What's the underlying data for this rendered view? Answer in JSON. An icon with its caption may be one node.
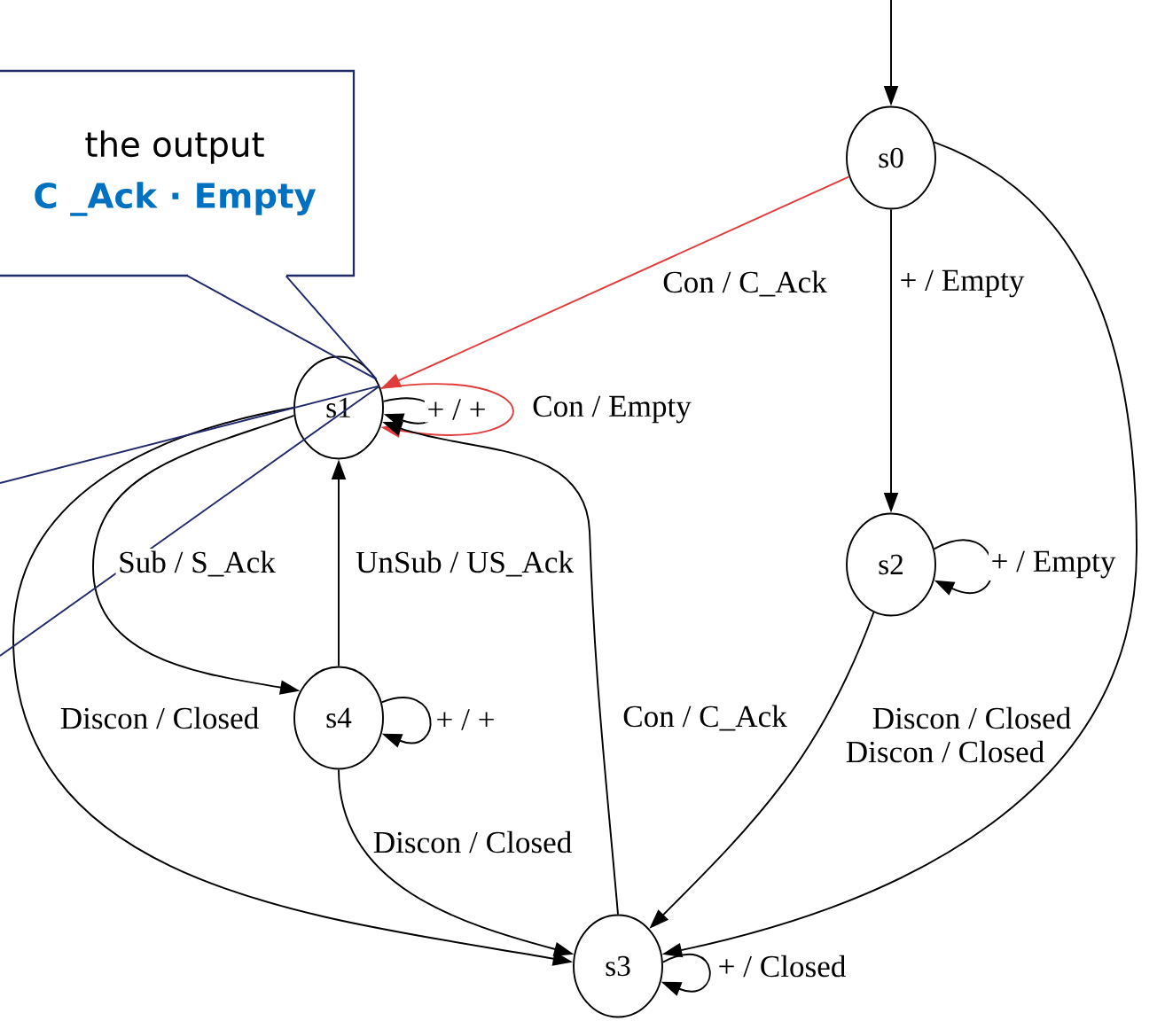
{
  "diagram": {
    "nodes": [
      {
        "text": [
          "the output",
          "C _Ack · Empty"
        ]
      },
      {
        "text": [
          "s0"
        ]
      },
      {
        "text": [
          "s1"
        ]
      },
      {
        "text": [
          "s2"
        ]
      },
      {
        "text": [
          "s3"
        ]
      },
      {
        "text": [
          "s4"
        ]
      }
    ],
    "edges": [
      {
        "from": null,
        "to": 1,
        "arrow": "to"
      },
      {
        "from": 1,
        "to": 2,
        "arrow": "to",
        "label": "Con / C_Ack",
        "color": "#e03c3c"
      },
      {
        "from": 1,
        "to": 3,
        "arrow": "to",
        "label": "+ / Empty"
      },
      {
        "from": 1,
        "to": 4,
        "arrow": "to",
        "label": "Discon / Closed"
      },
      {
        "from": 2,
        "to": 2,
        "arrow": "to",
        "label": "+ / +"
      },
      {
        "from": 2,
        "to": 2,
        "arrow": "to",
        "label": "Con / Empty",
        "color": "#e03c3c"
      },
      {
        "from": 2,
        "to": 5,
        "arrow": "to",
        "label": "Sub / S_Ack"
      },
      {
        "from": 5,
        "to": 2,
        "arrow": "to",
        "label": "UnSub / US_Ack"
      },
      {
        "from": 2,
        "to": 4,
        "arrow": "to",
        "label": "Discon / Closed"
      },
      {
        "from": 4,
        "to": 2,
        "arrow": "to",
        "label": "Con / C_Ack"
      },
      {
        "from": 3,
        "to": 3,
        "arrow": "to",
        "label": "+ / Empty"
      },
      {
        "from": 3,
        "to": 4,
        "arrow": "to",
        "label": "Discon / Closed"
      },
      {
        "from": 5,
        "to": 5,
        "arrow": "to",
        "label": "+ / +"
      },
      {
        "from": 5,
        "to": 4,
        "arrow": "to",
        "label": "Discon / Closed"
      },
      {
        "from": 4,
        "to": 4,
        "arrow": "to",
        "label": "+ / Closed"
      },
      {
        "from": 0,
        "to": 2,
        "arrow": "none",
        "color": "#1f2a6b"
      },
      {
        "from": null,
        "to": 2,
        "arrow": "none",
        "color": "#1f2a6b"
      }
    ]
  }
}
